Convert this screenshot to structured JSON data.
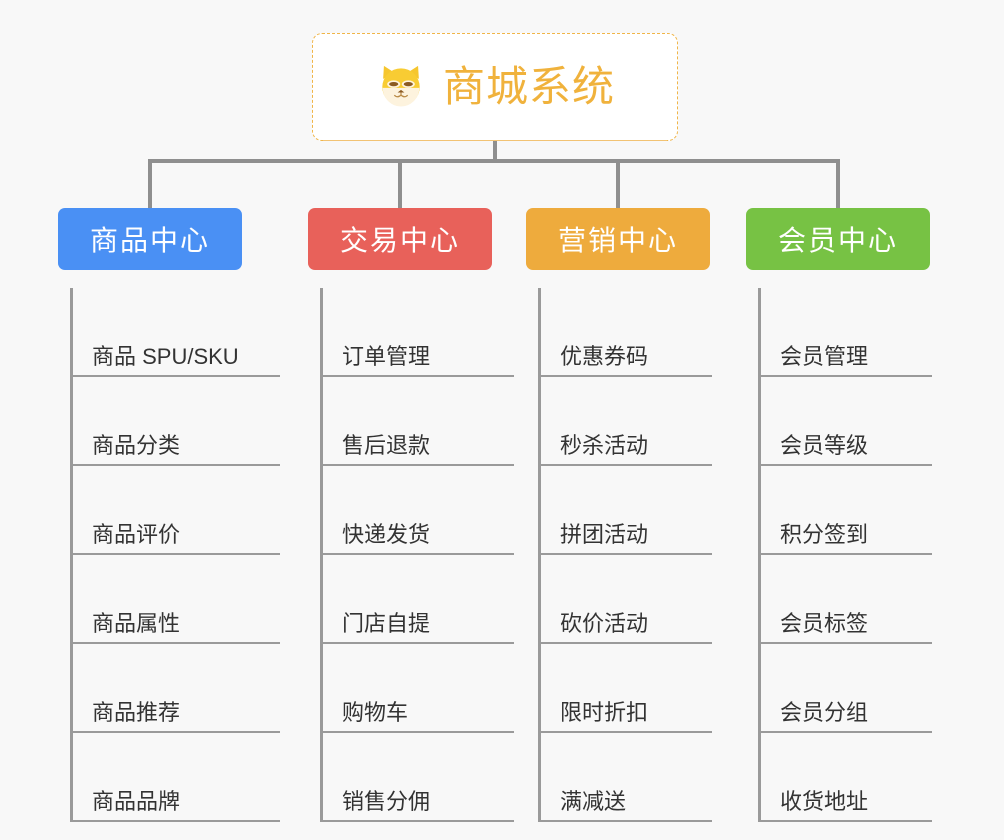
{
  "canvas": {
    "background": "#f8f8f8",
    "connector_color": "#8f8f8f",
    "leaf_rule_color": "#9a9a9a",
    "leaf_text_color": "#333333"
  },
  "root": {
    "icon": "shiba-dog-face-icon",
    "title": "商城系统",
    "title_color": "#f0b23c",
    "border_color": "#f0b548",
    "background": "#ffffff"
  },
  "columns": [
    {
      "id": "product-center",
      "title": "商品中心",
      "color": "#4a90f4",
      "items": [
        "商品 SPU/SKU",
        "商品分类",
        "商品评价",
        "商品属性",
        "商品推荐",
        "商品品牌"
      ]
    },
    {
      "id": "trade-center",
      "title": "交易中心",
      "color": "#e8615a",
      "items": [
        "订单管理",
        "售后退款",
        "快递发货",
        "门店自提",
        "购物车",
        "销售分佣"
      ]
    },
    {
      "id": "marketing-center",
      "title": "营销中心",
      "color": "#eeab3d",
      "items": [
        "优惠券码",
        "秒杀活动",
        "拼团活动",
        "砍价活动",
        "限时折扣",
        "满减送"
      ]
    },
    {
      "id": "member-center",
      "title": "会员中心",
      "color": "#77c244",
      "items": [
        "会员管理",
        "会员等级",
        "积分签到",
        "会员标签",
        "会员分组",
        "收货地址"
      ]
    }
  ]
}
